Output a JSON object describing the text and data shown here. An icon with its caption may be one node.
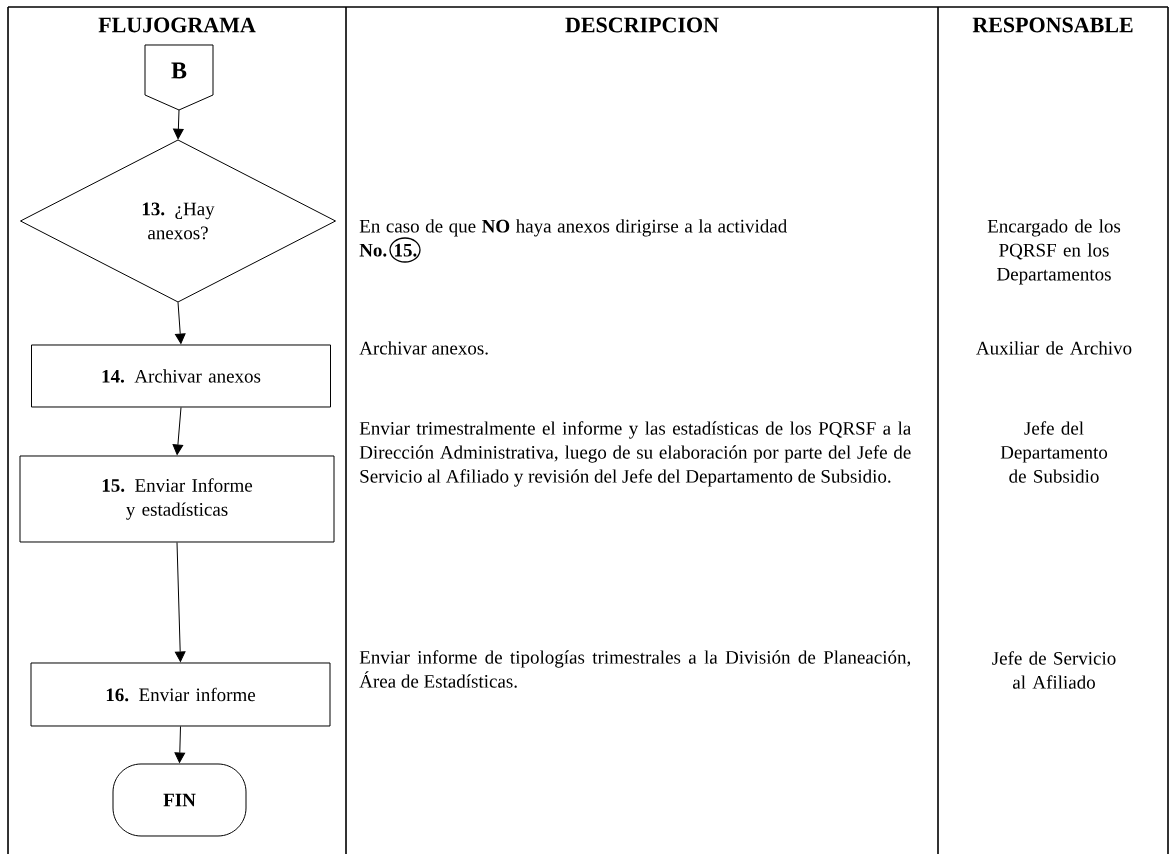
{
  "diagram": {
    "nodes": [
      {
        "text": [
          "B"
        ]
      },
      {
        "text": [
          "**13.** ¿Hay anexos?"
        ]
      },
      {
        "text": [
          "**14.** Archivar anexos"
        ]
      },
      {
        "text": [
          "**15.** Enviar Informe y estadísticas"
        ]
      },
      {
        "text": [
          "**16.** Enviar informe"
        ]
      },
      {
        "text": [
          "FIN"
        ]
      }
    ],
    "edges": [
      {
        "from": 0,
        "to": 1,
        "arrow": "to"
      },
      {
        "from": 1,
        "to": 2,
        "arrow": "to"
      },
      {
        "from": 2,
        "to": 3,
        "arrow": "to"
      },
      {
        "from": 3,
        "to": 4,
        "arrow": "to"
      },
      {
        "from": 4,
        "to": 5,
        "arrow": "to"
      }
    ],
    "labels": [
      "FLUJOGRAMA",
      "DESCRIPCION",
      "RESPONSABLE",
      "En caso de que **NO** haya anexos dirigirse a la actividad **No. 15.**",
      "Encargado de los PQRSF en los Departamentos",
      "Archivar anexos.",
      "Auxiliar de Archivo",
      "Enviar trimestralmente el informe y las estadísticas de los PQRSF a la Dirección Administrativa, luego de su elaboración por parte del Jefe de Servicio al Afiliado y revisión del Jefe del Departamento de Subsidio.",
      "Jefe del Departamento de Subsidio",
      "Enviar informe de tipologías trimestrales a la División de Planeación, Área de Estadísticas.",
      "Jefe de Servicio al Afiliado"
    ]
  }
}
